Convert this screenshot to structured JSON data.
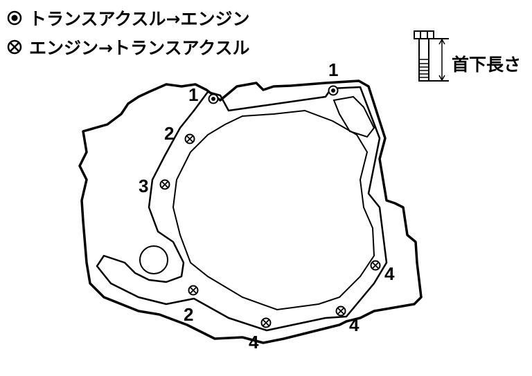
{
  "legend": {
    "dot_bolt": {
      "icon": "dot-circle-bolt-icon",
      "label": "トランスアクスル→エンジン"
    },
    "cross_bolt": {
      "icon": "cross-circle-bolt-icon",
      "label": "エンジン→トランスアクスル"
    }
  },
  "bolt_diagram": {
    "caption": "首下長さ"
  },
  "bolt_labels": [
    "1",
    "1",
    "2",
    "3",
    "2",
    "4",
    "4",
    "4"
  ]
}
